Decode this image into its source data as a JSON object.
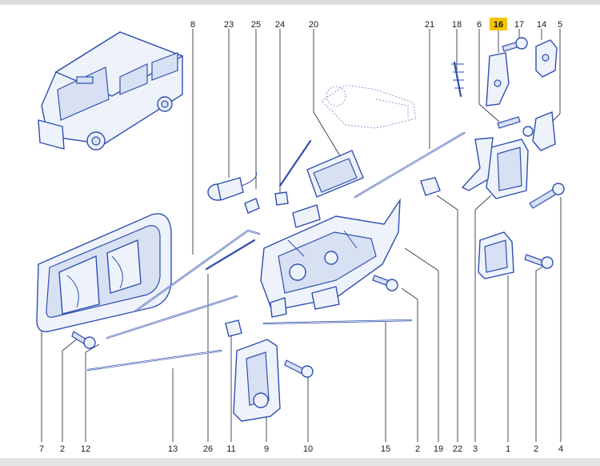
{
  "highlight_color": "#f4c400",
  "line_color": "#2f4fb0",
  "highlighted_label": "16",
  "callouts": {
    "top": [
      "8",
      "23",
      "25",
      "24",
      "20",
      "21",
      "18",
      "6",
      "16",
      "17",
      "14",
      "5"
    ],
    "bottom": [
      "7",
      "2",
      "12",
      "13",
      "26",
      "11",
      "9",
      "10",
      "15",
      "2",
      "19",
      "22",
      "3",
      "1",
      "2",
      "4"
    ]
  }
}
